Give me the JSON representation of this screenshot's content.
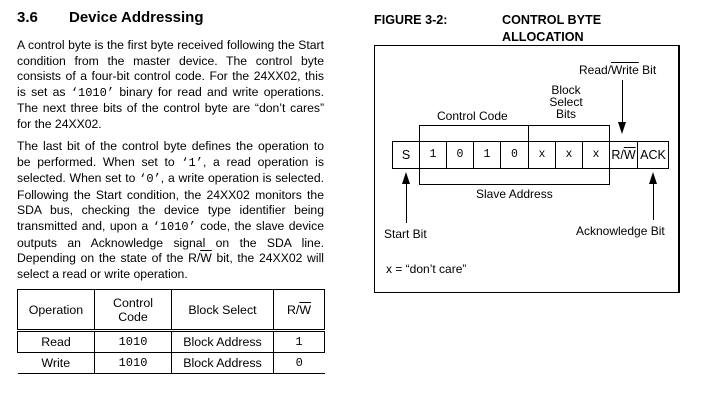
{
  "section": {
    "number": "3.6",
    "title": "Device Addressing"
  },
  "paragraph1": {
    "part1": "A control byte is the first byte received following the Start condition from the master device. The control byte consists of a four-bit control code. For the 24XX02, this is set as ",
    "code": "‘1010’",
    "part2": " binary for read and write operations. The next three bits of the control byte are “don’t cares” for the 24XX02."
  },
  "paragraph2": {
    "part1": "The last bit of the control byte defines the operation to be performed. When set to ",
    "code1": "‘1’",
    "part2": ", a read operation is selected. When set to ",
    "code2": "‘0’",
    "part3": ", a write operation is selected. Following the Start condition, the 24XX02 monitors the SDA bus, checking the device type identifier being transmitted and, upon a ",
    "code3": "‘1010’",
    "part4": " code, the slave device outputs an Acknowledge signal on the SDA line. Depending on the state of the ",
    "rw_r": "R/",
    "rw_w": "W",
    "part5": " bit, the 24XX02 will select a read or write operation."
  },
  "table": {
    "headers": {
      "operation": "Operation",
      "control_code_line1": "Control",
      "control_code_line2": "Code",
      "block_select": "Block Select",
      "rw_r": "R/",
      "rw_w": "W"
    },
    "rows": [
      {
        "operation": "Read",
        "control_code": "1010",
        "block_select": "Block Address",
        "rw": "1"
      },
      {
        "operation": "Write",
        "control_code": "1010",
        "block_select": "Block Address",
        "rw": "0"
      }
    ]
  },
  "figure": {
    "label": "FIGURE 3-2:",
    "title_line1": "CONTROL BYTE",
    "title_line2": "ALLOCATION",
    "rw_label_a": "Read/",
    "rw_label_b": "Write",
    "rw_label_c": " Bit",
    "block_select_line1": "Block",
    "block_select_line2": "Select",
    "block_select_line3": "Bits",
    "control_code_label": "Control Code",
    "slave_address_label": "Slave Address",
    "start_bit_label": "Start Bit",
    "ack_bit_label": "Acknowledge Bit",
    "legend": "x = “don’t care”",
    "cells": {
      "start": "S",
      "b1": "1",
      "b2": "0",
      "b3": "1",
      "b4": "0",
      "x1": "x",
      "x2": "x",
      "x3": "x",
      "rw_r": "R/",
      "rw_w": "W",
      "ack": "ACK"
    }
  }
}
